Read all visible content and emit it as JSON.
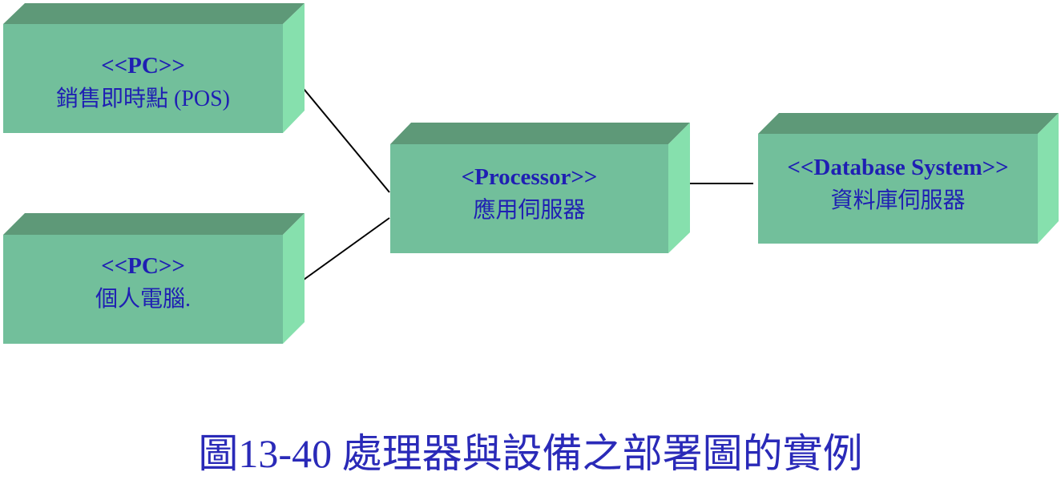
{
  "nodes": {
    "pos": {
      "stereotype": "<<PC>>",
      "name": "銷售即時點 (POS)"
    },
    "pc": {
      "stereotype": "<<PC>>",
      "name": "個人電腦."
    },
    "app_server": {
      "stereotype": "<Processor>>",
      "name": "應用伺服器"
    },
    "db_server": {
      "stereotype": "<<Database System>>",
      "name": "資料庫伺服器"
    }
  },
  "caption": "圖13-40 處理器與設備之部署圖的實例",
  "colors": {
    "node_front": "#72bf9b",
    "node_top": "#5e9978",
    "node_side": "#86e0ad",
    "text": "#1f1fb3",
    "connector": "#000000"
  }
}
